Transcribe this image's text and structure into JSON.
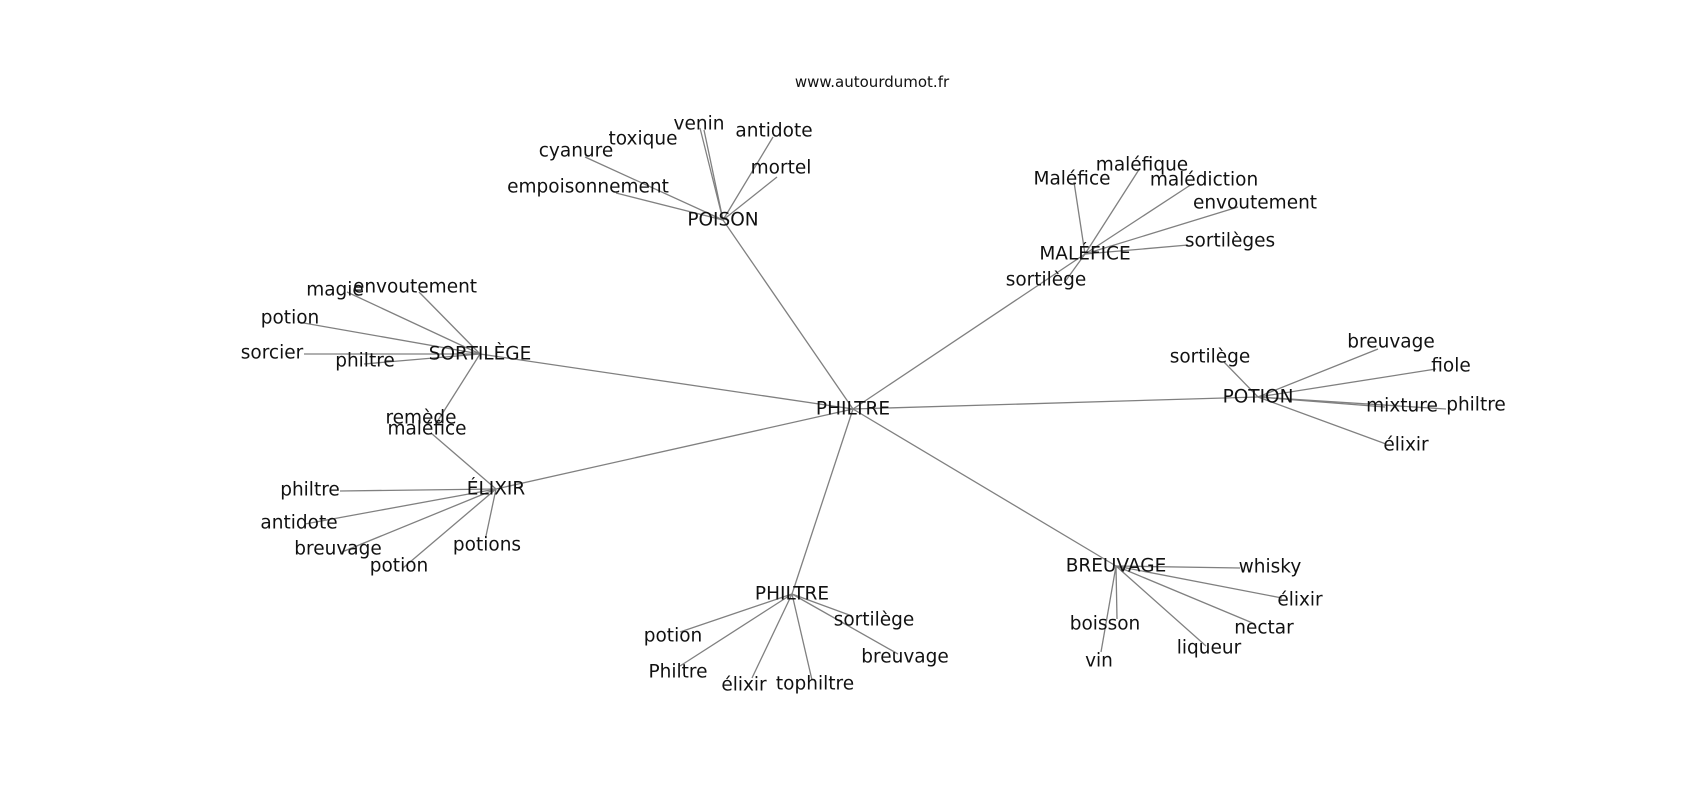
{
  "watermark": "www.autourdumot.fr",
  "root": "PHILTRE",
  "clusters": [
    {
      "id": "poison",
      "label": "POISON",
      "words": [
        "empoisonnement",
        "cyanure",
        "toxique",
        "venin",
        "antidote",
        "mortel"
      ]
    },
    {
      "id": "malefice",
      "label": "MALÉFICE",
      "words": [
        "Maléfice",
        "maléfique",
        "malédiction",
        "envoutement",
        "sortilèges",
        "sortilège"
      ]
    },
    {
      "id": "sortilege",
      "label": "SORTILÈGE",
      "words": [
        "magie",
        "envoutement",
        "potion",
        "sorcier",
        "philtre",
        "remède"
      ]
    },
    {
      "id": "potion",
      "label": "POTION",
      "words": [
        "sortilège",
        "breuvage",
        "fiole",
        "mixture",
        "philtre",
        "élixir"
      ]
    },
    {
      "id": "elixir",
      "label": "ÉLIXIR",
      "words": [
        "maléfice",
        "philtre",
        "antidote",
        "breuvage",
        "potion",
        "potions"
      ]
    },
    {
      "id": "philtre",
      "label": "PHILTRE",
      "words": [
        "potion",
        "Philtre",
        "élixir",
        "tophiltre",
        "sortilège",
        "breuvage"
      ]
    },
    {
      "id": "breuvage",
      "label": "BREUVAGE",
      "words": [
        "whisky",
        "élixir",
        "nectar",
        "liqueur",
        "boisson",
        "vin"
      ]
    }
  ]
}
